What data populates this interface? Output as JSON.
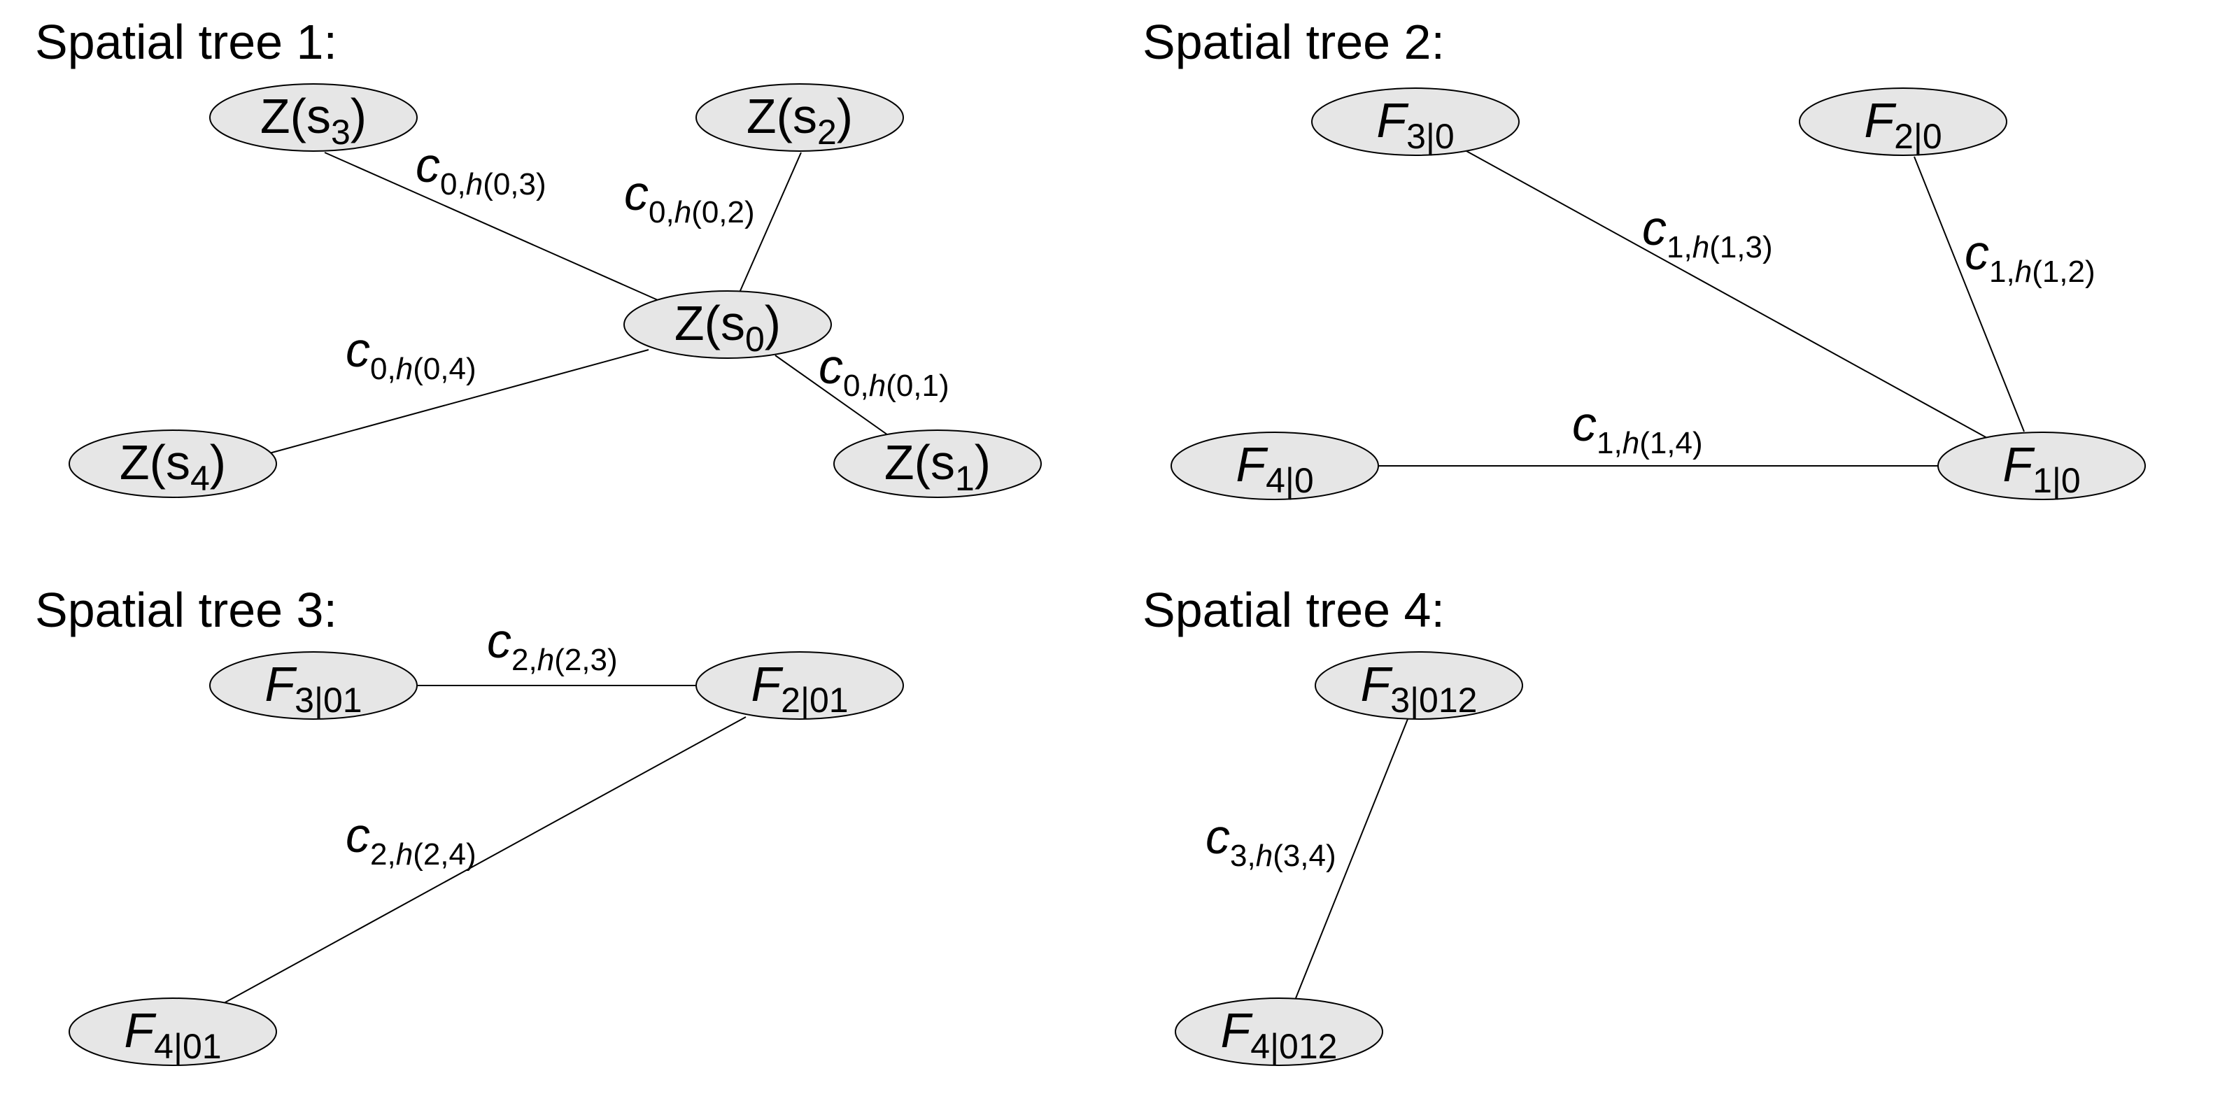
{
  "trees": [
    {
      "title": "Spatial tree 1:",
      "nodes": [
        {
          "id": "s3",
          "main": "Z(s",
          "sub": "3",
          "tail": ")",
          "italic": false
        },
        {
          "id": "s2",
          "main": "Z(s",
          "sub": "2",
          "tail": ")",
          "italic": false
        },
        {
          "id": "s0",
          "main": "Z(s",
          "sub": "0",
          "tail": ")",
          "italic": false
        },
        {
          "id": "s4",
          "main": "Z(s",
          "sub": "4",
          "tail": ")",
          "italic": false
        },
        {
          "id": "s1",
          "main": "Z(s",
          "sub": "1",
          "tail": ")",
          "italic": false
        }
      ],
      "edges": [
        {
          "from": "s3",
          "to": "s0",
          "sub_a": "0,",
          "sub_h": "h",
          "sub_b": "(0,3)"
        },
        {
          "from": "s2",
          "to": "s0",
          "sub_a": "0,",
          "sub_h": "h",
          "sub_b": "(0,2)"
        },
        {
          "from": "s4",
          "to": "s0",
          "sub_a": "0,",
          "sub_h": "h",
          "sub_b": "(0,4)"
        },
        {
          "from": "s1",
          "to": "s0",
          "sub_a": "0,",
          "sub_h": "h",
          "sub_b": "(0,1)"
        }
      ]
    },
    {
      "title": "Spatial tree 2:",
      "nodes": [
        {
          "id": "f30",
          "main": "F",
          "sub": "3|0",
          "tail": "",
          "italic": true
        },
        {
          "id": "f20",
          "main": "F",
          "sub": "2|0",
          "tail": "",
          "italic": true
        },
        {
          "id": "f40",
          "main": "F",
          "sub": "4|0",
          "tail": "",
          "italic": true
        },
        {
          "id": "f10",
          "main": "F",
          "sub": "1|0",
          "tail": "",
          "italic": true
        }
      ],
      "edges": [
        {
          "from": "f30",
          "to": "f10",
          "sub_a": "1,",
          "sub_h": "h",
          "sub_b": "(1,3)"
        },
        {
          "from": "f20",
          "to": "f10",
          "sub_a": "1,",
          "sub_h": "h",
          "sub_b": "(1,2)"
        },
        {
          "from": "f40",
          "to": "f10",
          "sub_a": "1,",
          "sub_h": "h",
          "sub_b": "(1,4)"
        }
      ]
    },
    {
      "title": "Spatial tree 3:",
      "nodes": [
        {
          "id": "f301",
          "main": "F",
          "sub": "3|01",
          "tail": "",
          "italic": true
        },
        {
          "id": "f201",
          "main": "F",
          "sub": "2|01",
          "tail": "",
          "italic": true
        },
        {
          "id": "f401",
          "main": "F",
          "sub": "4|01",
          "tail": "",
          "italic": true
        }
      ],
      "edges": [
        {
          "from": "f301",
          "to": "f201",
          "sub_a": "2,",
          "sub_h": "h",
          "sub_b": "(2,3)"
        },
        {
          "from": "f401",
          "to": "f201",
          "sub_a": "2,",
          "sub_h": "h",
          "sub_b": "(2,4)"
        }
      ]
    },
    {
      "title": "Spatial tree 4:",
      "nodes": [
        {
          "id": "f3012",
          "main": "F",
          "sub": "3|012",
          "tail": "",
          "italic": true
        },
        {
          "id": "f4012",
          "main": "F",
          "sub": "4|012",
          "tail": "",
          "italic": true
        }
      ],
      "edges": [
        {
          "from": "f3012",
          "to": "f4012",
          "sub_a": "3,",
          "sub_h": "h",
          "sub_b": "(3,4)"
        }
      ]
    }
  ],
  "edge_symbol": "c",
  "colors": {
    "node_fill": "#e6e6e6",
    "stroke": "#000000",
    "background": "#ffffff"
  }
}
